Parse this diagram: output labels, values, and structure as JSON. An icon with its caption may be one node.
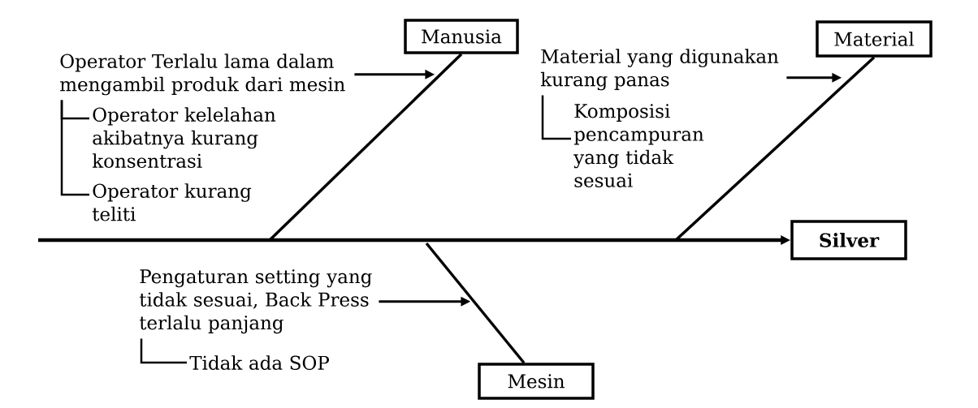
{
  "diagram": {
    "nodes": [
      {
        "text": [
          "Manusia"
        ]
      },
      {
        "text": [
          "Material"
        ]
      },
      {
        "text": [
          "Silver"
        ]
      },
      {
        "text": [
          "Mesin"
        ]
      },
      {
        "text": [
          "Operator Terlalu lama dalam mengambil produk dari mesin"
        ]
      },
      {
        "text": [
          "Operator kelelahan akibatnya kurang konsentrasi"
        ]
      },
      {
        "text": [
          "Operator kurang teliti"
        ]
      },
      {
        "text": [
          "Material yang digunakan kurang panas"
        ]
      },
      {
        "text": [
          "Komposisi pencampuran yang tidak sesuai"
        ]
      },
      {
        "text": [
          "Pengaturan setting yang tidak sesuai, Back Press terlalu panjang"
        ]
      },
      {
        "text": [
          "Tidak ada SOP"
        ]
      }
    ],
    "edges": [
      {
        "from": null,
        "to": 2,
        "arrow": "to"
      },
      {
        "from": 0,
        "to": null,
        "arrow": "none"
      },
      {
        "from": 1,
        "to": null,
        "arrow": "none"
      },
      {
        "from": 3,
        "to": null,
        "arrow": "none"
      },
      {
        "from": 4,
        "to": null,
        "arrow": "to"
      },
      {
        "from": 4,
        "to": 5,
        "arrow": "none"
      },
      {
        "from": 4,
        "to": 6,
        "arrow": "none"
      },
      {
        "from": 7,
        "to": null,
        "arrow": "to"
      },
      {
        "from": 7,
        "to": 8,
        "arrow": "none"
      },
      {
        "from": 9,
        "to": null,
        "arrow": "to"
      },
      {
        "from": 9,
        "to": 10,
        "arrow": "none"
      }
    ]
  }
}
